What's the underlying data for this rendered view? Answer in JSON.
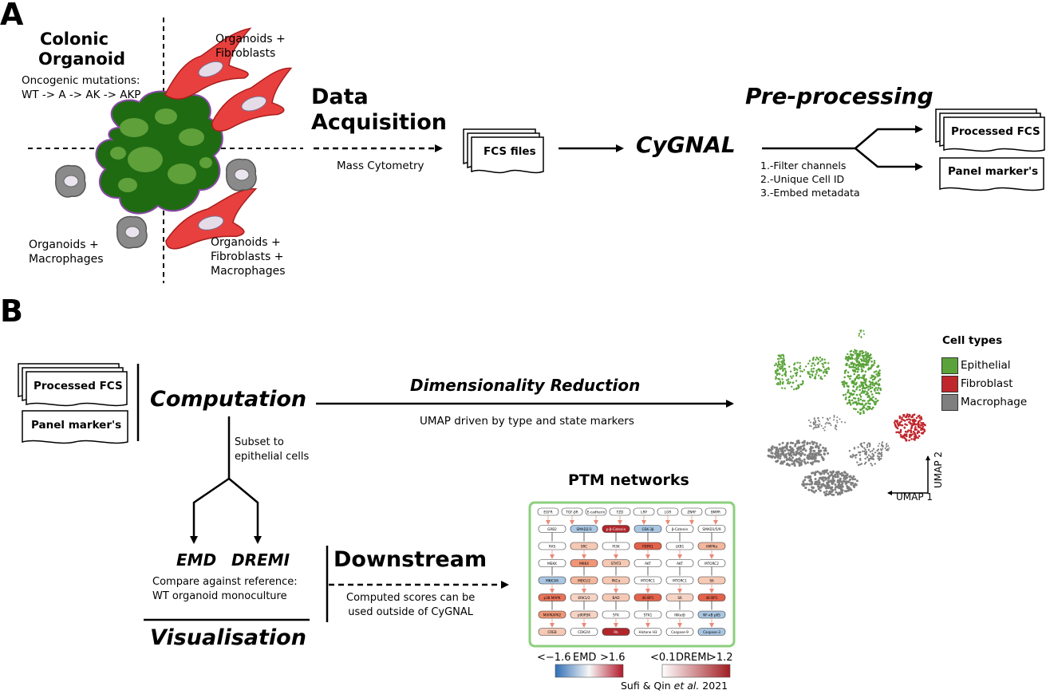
{
  "panels": {
    "a": "A",
    "b": "B"
  },
  "colors": {
    "organoid_dark": "#1f6b12",
    "organoid_light": "#5fa03a",
    "fibroblast": "#e8403e",
    "macrophage": "#8a8a8a",
    "epithelial": "#5aa33a",
    "fibroblast_legend": "#c0272d",
    "macrophage_legend": "#7f7f7f",
    "network_border": "#8ccf7d"
  },
  "panel_a": {
    "organoid_title": "Colonic\nOrganoid",
    "mutations_label": "Oncogenic mutations:",
    "mutations_seq": "WT -> A -> AK -> AKP",
    "organoids_fibroblasts": "Organoids +\nFibroblasts",
    "organoids_macrophages": "Organoids +\nMacrophages",
    "organoids_fib_mac": "Organoids +\nFibroblasts +\nMacrophages",
    "data_acquisition": "Data\nAcquisition",
    "mass_cytometry": "Mass Cytometry",
    "fcs_files": "FCS files",
    "cygnal": "CyGNAL",
    "preprocessing": "Pre-processing",
    "steps": [
      "1.-Filter channels",
      "2.-Unique Cell ID",
      "3.-Embed metadata"
    ],
    "processed_fcs": "Processed FCS",
    "panel_markers": "Panel marker's"
  },
  "panel_b": {
    "processed_fcs": "Processed FCS",
    "panel_markers": "Panel marker's",
    "computation": "Computation",
    "dim_reduction": "Dimensionality Reduction",
    "umap_driven": "UMAP driven by type and state markers",
    "subset": "Subset to\nepithelial cells",
    "emd": "EMD",
    "dremi": "DREMI",
    "compare": "Compare against reference:\nWT organoid monoculture",
    "visualisation": "Visualisation",
    "downstream": "Downstream",
    "computed_scores": "Computed scores can be\nused outside of CyGNAL",
    "ptm_networks": "PTM networks",
    "cell_types": "Cell types",
    "legend": [
      "Epithelial",
      "Fibroblast",
      "Macrophage"
    ],
    "umap1": "UMAP 1",
    "umap2": "UMAP 2",
    "emd_min": "<−1.6",
    "emd_label": "EMD",
    "emd_max": ">1.6",
    "dremi_min": "<0.1",
    "dremi_label": "DREMI",
    "dremi_max": ">1.2",
    "citation_pre": "Sufi & Qin ",
    "citation_etal": "et al.",
    "citation_year": " 2021"
  },
  "network_nodes": [
    {
      "label": "EGFR",
      "fill": "#ffffff"
    },
    {
      "label": "TGF-βR",
      "fill": "#ffffff"
    },
    {
      "label": "E-cadherin",
      "fill": "#ffffff"
    },
    {
      "label": "FZD",
      "fill": "#ffffff"
    },
    {
      "label": "LRP",
      "fill": "#ffffff"
    },
    {
      "label": "LGR",
      "fill": "#ffffff"
    },
    {
      "label": "ZNRF",
      "fill": "#ffffff"
    },
    {
      "label": "BMPR",
      "fill": "#ffffff"
    },
    {
      "label": "GRB2",
      "fill": "#ffffff"
    },
    {
      "label": "SMAD2/3",
      "fill": "#a9c6e2"
    },
    {
      "label": "p-β-Catenin",
      "fill": "#b0262b"
    },
    {
      "label": "GSK-3β",
      "fill": "#a9c6e2"
    },
    {
      "label": "β-Catenin",
      "fill": "#ffffff"
    },
    {
      "label": "SMAD1/5/9",
      "fill": "#ffffff"
    },
    {
      "label": "RAS",
      "fill": "#ffffff"
    },
    {
      "label": "SRC",
      "fill": "#f6c9b5"
    },
    {
      "label": "PI3K",
      "fill": "#ffffff"
    },
    {
      "label": "PDPK1",
      "fill": "#e3624b"
    },
    {
      "label": "LKB1",
      "fill": "#ffffff"
    },
    {
      "label": "AMPKα",
      "fill": "#f3b79d"
    },
    {
      "label": "MEKK",
      "fill": "#ffffff"
    },
    {
      "label": "MKK4",
      "fill": "#f09676"
    },
    {
      "label": "STAT3",
      "fill": "#f6c9b5"
    },
    {
      "label": "AKT",
      "fill": "#ffffff"
    },
    {
      "label": "AKT",
      "fill": "#ffffff"
    },
    {
      "label": "MTORC2",
      "fill": "#ffffff"
    },
    {
      "label": "MKK3/6",
      "fill": "#a9c6e2"
    },
    {
      "label": "MEK1/2",
      "fill": "#f3b79d"
    },
    {
      "label": "PKCα",
      "fill": "#f6c9b5"
    },
    {
      "label": "MTORC1",
      "fill": "#ffffff"
    },
    {
      "label": "MTORC1",
      "fill": "#ffffff"
    },
    {
      "label": "S6",
      "fill": "#f6c9b5"
    },
    {
      "label": "p38 MAPK",
      "fill": "#e8735a"
    },
    {
      "label": "ERK1/2",
      "fill": "#f6d3c4"
    },
    {
      "label": "BAD",
      "fill": "#f6c9b5"
    },
    {
      "label": "4E-BP1",
      "fill": "#e3624b"
    },
    {
      "label": "S6",
      "fill": "#f6d3c4"
    },
    {
      "label": "4E-BP1",
      "fill": "#e3624b"
    },
    {
      "label": "MAPKAPK2",
      "fill": "#f09676"
    },
    {
      "label": "p90RSK",
      "fill": "#f6d3c4"
    },
    {
      "label": "STK",
      "fill": "#ffffff"
    },
    {
      "label": "STK1",
      "fill": "#ffffff"
    },
    {
      "label": "IKKα/β",
      "fill": "#ffffff"
    },
    {
      "label": "NF-κB p65",
      "fill": "#a9c6e2"
    },
    {
      "label": "CREB",
      "fill": "#f6c9b5"
    },
    {
      "label": "CDK2/4",
      "fill": "#ffffff"
    },
    {
      "label": "Rb",
      "fill": "#b0262b"
    },
    {
      "label": "Histone H3",
      "fill": "#ffffff"
    },
    {
      "label": "Caspase-9",
      "fill": "#ffffff"
    },
    {
      "label": "Caspase-3",
      "fill": "#a9c6e2"
    }
  ]
}
